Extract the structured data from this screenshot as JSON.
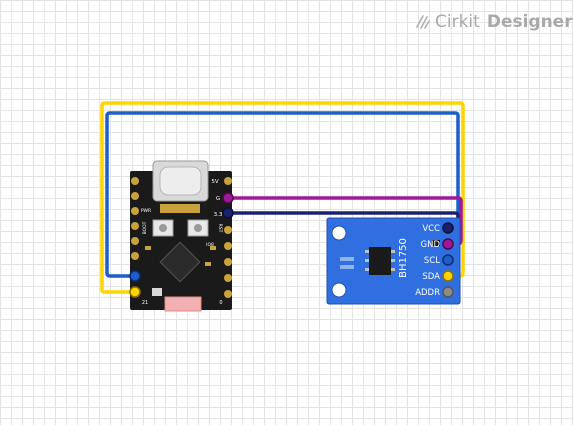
{
  "brand": {
    "name": "Cirkit",
    "product": "Designer"
  },
  "mcu_board": {
    "pin_labels": {
      "five_v": "5V",
      "gnd": "G",
      "three_v3": "3.3",
      "rst": "RST",
      "boot": "BOOT",
      "pwr": "PWR",
      "io": "IO8",
      "pin21": "21",
      "pin0": "0"
    }
  },
  "sensor_module": {
    "chip_label": "BH1750",
    "pins": [
      {
        "label": "VCC",
        "color": "#1a2a80"
      },
      {
        "label": "GND",
        "color": "#a0189a"
      },
      {
        "label": "SCL",
        "color": "#1e5ec8"
      },
      {
        "label": "SDA",
        "color": "#ffd400"
      },
      {
        "label": "ADDR",
        "color": "#8a8a8a"
      }
    ]
  },
  "colors": {
    "wire_yellow": "#ffd400",
    "wire_purple": "#a0189a",
    "wire_navy": "#1a2270",
    "wire_blue": "#1e5ec8",
    "board_black": "#1a1a1a",
    "sensor_blue": "#2f6fe0"
  }
}
